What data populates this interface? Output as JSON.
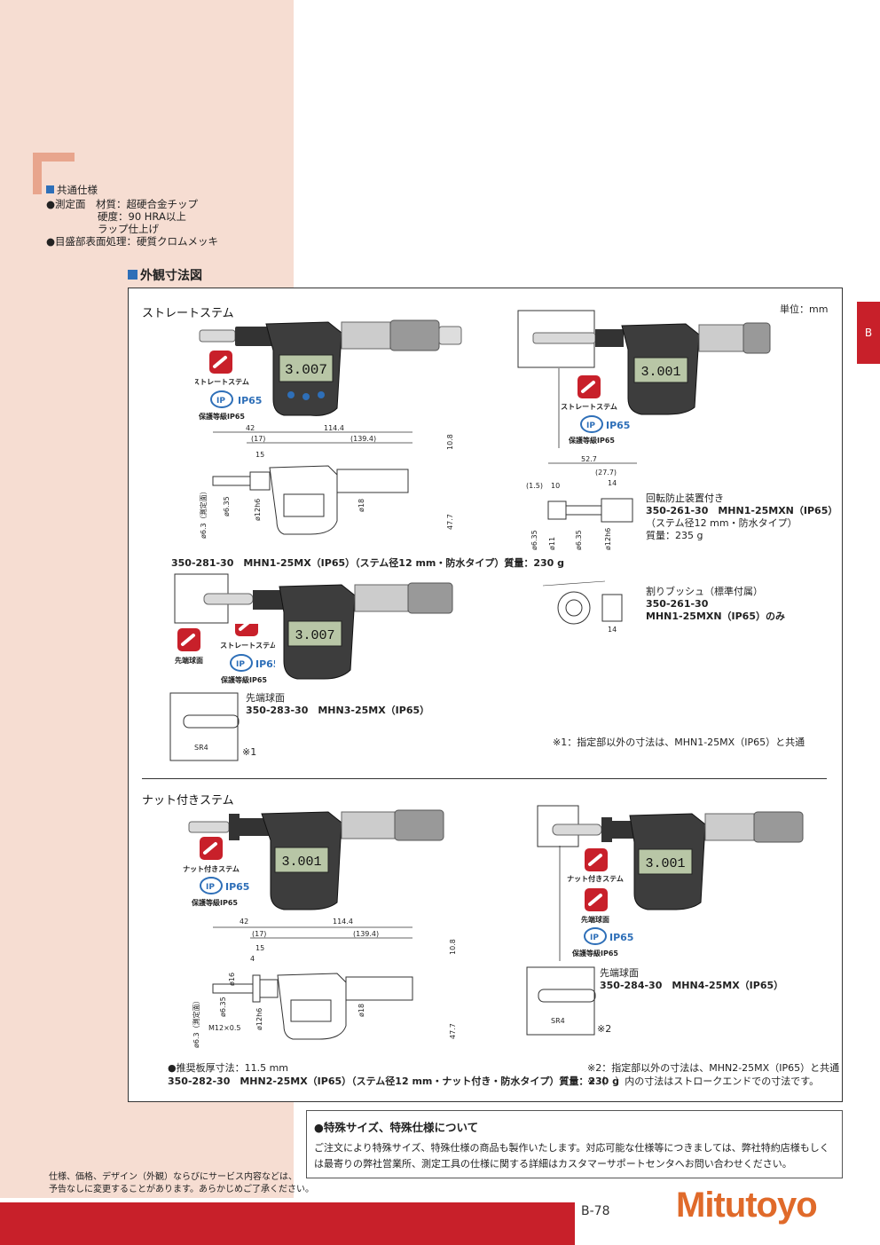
{
  "side_tab": "B",
  "common_spec": {
    "heading": "共通仕様",
    "line1": "●測定面　材質：超硬合金チップ",
    "line2": "硬度：90 HRA以上",
    "line3": "ラップ仕上げ",
    "line4": "●目盛部表面処理：硬質クロムメッキ"
  },
  "section_title": "外観寸法図",
  "unit": "単位：mm",
  "straight": {
    "title": "ストレートステム",
    "badge_stem": "ストレートステム",
    "badge_ip": "IP65",
    "badge_ip_label": "保護等級IP65",
    "badge_ball": "先端球面",
    "display": "3.007",
    "main_caption": "350-281-30　MHN1-25MX（IP65）（ステム径12 mm・防水タイプ）質量：230 g",
    "anti_rot_1": "回転防止装置付き",
    "anti_rot_2": "350-261-30　MHN1-25MXN（IP65）",
    "anti_rot_3": "（ステム径12 mm・防水タイプ）",
    "anti_rot_4": "質量：235 g",
    "bush_1": "割りブッシュ（標準付属）",
    "bush_2": "350-261-30",
    "bush_3": "MHN1-25MXN（IP65）のみ",
    "ball_1": "先端球面",
    "ball_2": "350-283-30　MHN3-25MX（IP65）",
    "sr": "SR4",
    "ref1": "※1",
    "note1": "※1：指定部以外の寸法は、MHN1-25MX（IP65）と共通"
  },
  "nut": {
    "title": "ナット付きステム",
    "badge_stem": "ナット付きステム",
    "badge_ball": "先端球面",
    "badge_ip": "IP65",
    "badge_ip_label": "保護等級IP65",
    "display": "3.001",
    "plate": "●推奨板厚寸法：11.5 mm",
    "main_caption": "350-282-30　MHN2-25MX（IP65）（ステム径12 mm・ナット付き・防水タイプ）質量：230 g",
    "ball_1": "先端球面",
    "ball_2": "350-284-30　MHN4-25MX（IP65）",
    "sr": "SR4",
    "ref2": "※2",
    "note2": "※2：指定部以外の寸法は、MHN2-25MX（IP65）と共通",
    "note3": "※（　）内の寸法はストロークエンドでの寸法です。"
  },
  "dims": {
    "d42": "42",
    "d114": "114.4",
    "d17": "(17)",
    "d139": "(139.4)",
    "d15": "15",
    "d108": "10.8",
    "d477": "47.7",
    "d635": "ø6.35",
    "d12": "ø12h6",
    "d18": "ø18",
    "d63": "ø6.3（測定面）",
    "d527": "52.7",
    "d277": "(27.7)",
    "d14": "14",
    "d15p": "(1.5)",
    "d10": "10",
    "d11": "ø11",
    "d4": "4",
    "d16": "ø16",
    "m12": "M12×0.5"
  },
  "special": {
    "title": "●特殊サイズ、特殊仕様について",
    "line1": "ご注文により特殊サイズ、特殊仕様の商品も製作いたします。対応可能な仕様等につきましては、弊社特約店様もしく",
    "line2": "は最寄りの弊社営業所、測定工具の仕様に関する詳細はカスタマーサポートセンタへお問い合わせください。"
  },
  "footnote": {
    "line1": "仕様、価格、デザイン（外観）ならびにサービス内容などは、",
    "line2": "予告なしに変更することがあります。あらかじめご了承ください。"
  },
  "page_number": "B-78",
  "logo": "Mitutoyo",
  "colors": {
    "accent_red": "#c8202a",
    "peach": "#f6ddd2",
    "blue": "#2e6fb8",
    "logo_orange": "#e06a2a"
  }
}
